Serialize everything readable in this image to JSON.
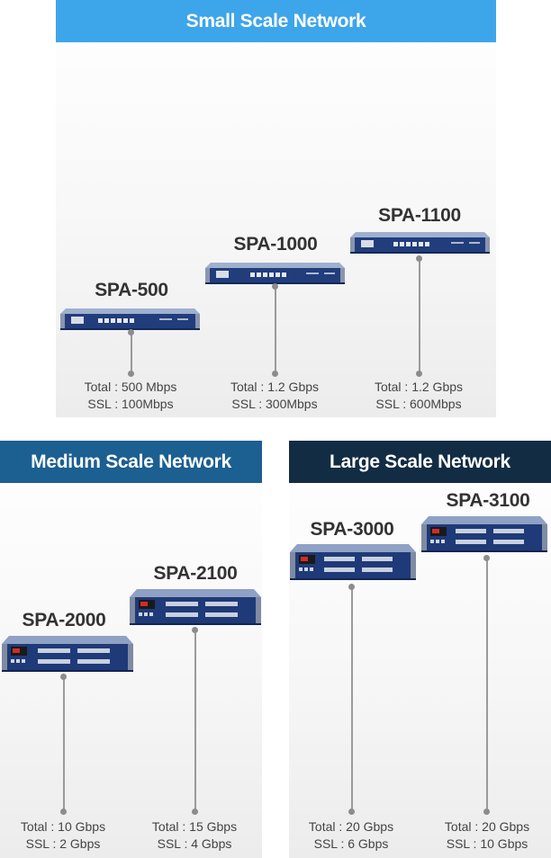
{
  "colors": {
    "small_header": "#3da5ea",
    "medium_header": "#1c5f91",
    "large_header": "#122c44",
    "device_body": "#203c7a",
    "device_top": "#8fa3c8"
  },
  "small": {
    "title": "Small Scale Network",
    "devices": [
      {
        "model": "SPA-500",
        "total": "Total : 500 Mbps",
        "ssl": "SSL : 100Mbps"
      },
      {
        "model": "SPA-1000",
        "total": "Total : 1.2 Gbps",
        "ssl": "SSL : 300Mbps"
      },
      {
        "model": "SPA-1100",
        "total": "Total : 1.2 Gbps",
        "ssl": "SSL : 600Mbps"
      }
    ]
  },
  "medium": {
    "title": "Medium Scale Network",
    "devices": [
      {
        "model": "SPA-2000",
        "total": "Total : 10 Gbps",
        "ssl": "SSL : 2 Gbps"
      },
      {
        "model": "SPA-2100",
        "total": "Total : 15 Gbps",
        "ssl": "SSL : 4 Gbps"
      }
    ]
  },
  "large": {
    "title": "Large Scale Network",
    "devices": [
      {
        "model": "SPA-3000",
        "total": "Total : 20 Gbps",
        "ssl": "SSL : 6 Gbps"
      },
      {
        "model": "SPA-3100",
        "total": "Total : 20 Gbps",
        "ssl": "SSL : 10 Gbps"
      }
    ]
  }
}
